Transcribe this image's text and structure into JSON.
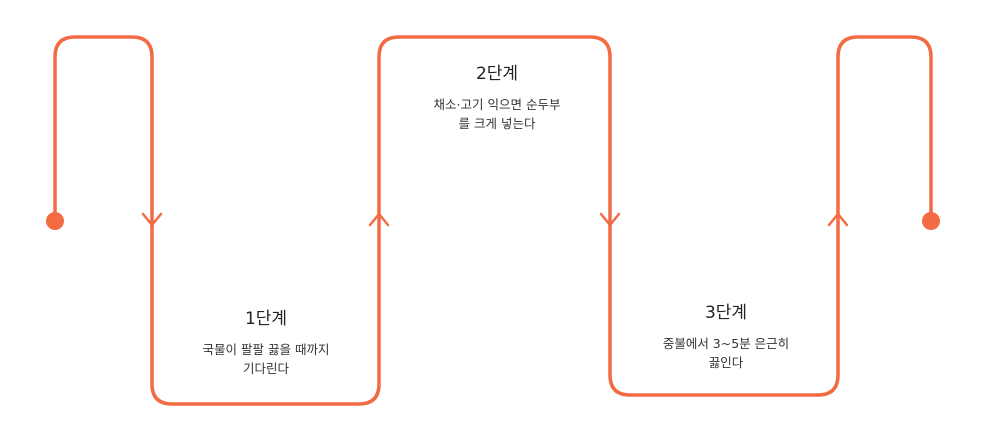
{
  "diagram": {
    "line_color": "#F26B43",
    "steps": [
      {
        "title": "1단계",
        "description": [
          "국물이 팔팔 끓을 때까지",
          "기다린다"
        ]
      },
      {
        "title": "2단계",
        "description": [
          "채소·고기 익으면 순두부",
          "를 크게 넣는다"
        ]
      },
      {
        "title": "3단계",
        "description": [
          "중불에서 3~5분 은근히",
          "끓인다"
        ]
      }
    ]
  }
}
